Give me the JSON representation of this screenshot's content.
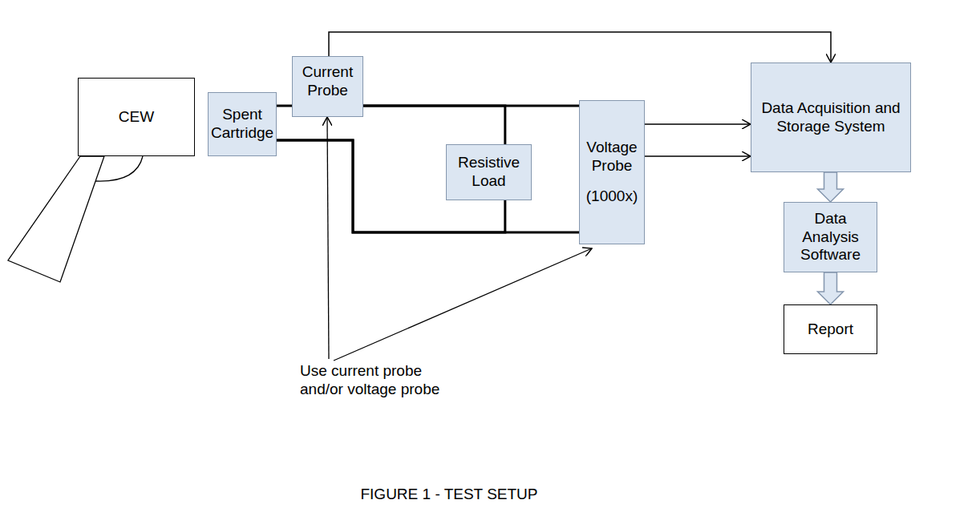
{
  "diagram": {
    "caption": "FIGURE 1 - TEST SETUP",
    "nodes": [
      {
        "text": [
          "CEW"
        ]
      },
      {
        "text": [
          "Spent Cartridge"
        ]
      },
      {
        "text": [
          "Current Probe"
        ]
      },
      {
        "text": [
          "Resistive Load"
        ]
      },
      {
        "text": [
          "Voltage Probe",
          "(1000x)"
        ]
      },
      {
        "text": [
          "Data Acquisition and Storage System"
        ]
      },
      {
        "text": [
          "Data Analysis Software"
        ]
      },
      {
        "text": [
          "Report"
        ]
      }
    ],
    "edges": [
      {
        "from": 1,
        "to": 2,
        "arrow": "none"
      },
      {
        "from": 2,
        "to": 4,
        "arrow": "none"
      },
      {
        "from": 2,
        "to": 3,
        "arrow": "none"
      },
      {
        "from": 1,
        "to": 4,
        "arrow": "none"
      },
      {
        "from": 1,
        "to": 3,
        "arrow": "none"
      },
      {
        "from": 2,
        "to": 5,
        "arrow": "to"
      },
      {
        "from": 4,
        "to": 5,
        "arrow": "to"
      },
      {
        "from": 4,
        "to": 5,
        "arrow": "to"
      },
      {
        "from": 5,
        "to": 6,
        "arrow": "to"
      },
      {
        "from": 6,
        "to": 7,
        "arrow": "to"
      }
    ],
    "labels": [
      "Use current probe and/or voltage probe"
    ]
  }
}
